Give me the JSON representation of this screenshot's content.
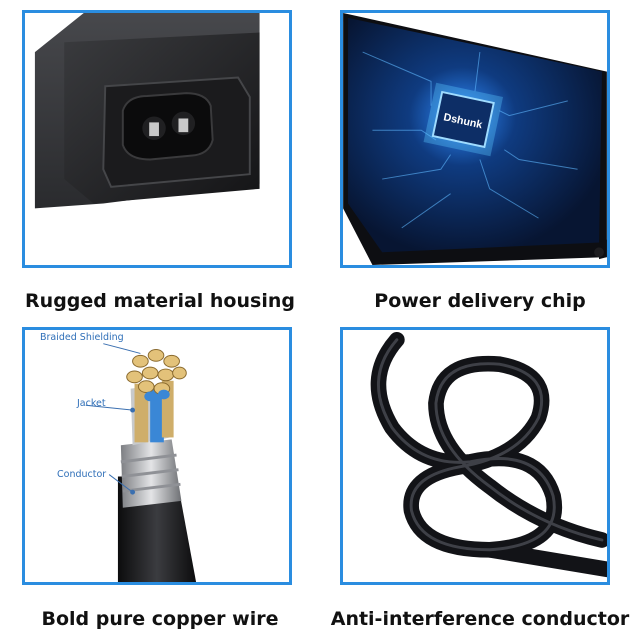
{
  "panels": [
    {
      "caption": "Rugged material housing",
      "icon": "power-socket-icon"
    },
    {
      "caption": "Power delivery chip",
      "chip_label": "Dshunk",
      "icon": "chip-icon"
    },
    {
      "caption": "Bold pure copper wire",
      "icon": "cable-cross-section-icon",
      "callouts": [
        "Braided Shielding",
        "Jacket",
        "Conductor"
      ]
    },
    {
      "caption": "Anti-interference conductor",
      "icon": "coiled-cable-icon"
    }
  ],
  "colors": {
    "frame": "#2a8de0",
    "callout_text": "#2f6fb8",
    "caption_text": "#111111"
  }
}
